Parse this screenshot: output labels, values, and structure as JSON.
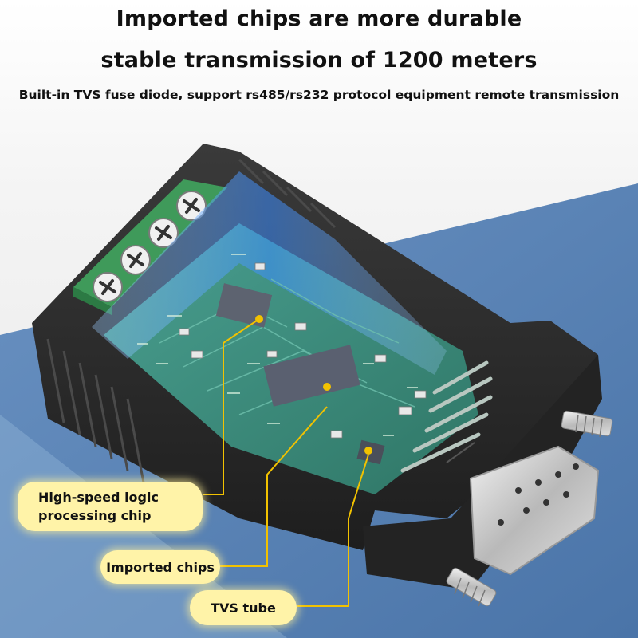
{
  "headline": {
    "line1": "Imported chips are more durable",
    "line2": "stable transmission of 1200 meters",
    "line3": "Built-in TVS fuse diode, support rs485/rs232 protocol equipment remote transmission"
  },
  "callouts": {
    "logic_chip_line1": "High-speed logic",
    "logic_chip_line2": "processing chip",
    "imported_chips": "Imported chips",
    "tvs_tube": "TVS tube"
  },
  "colors": {
    "background_blue": "#5a83b5",
    "housing": "#2a2a2a",
    "terminal_block": "#3f9a5a",
    "pcb": "#3b8a7a",
    "callout_fill": "#fff3a8",
    "leader_line": "#f2c200"
  }
}
